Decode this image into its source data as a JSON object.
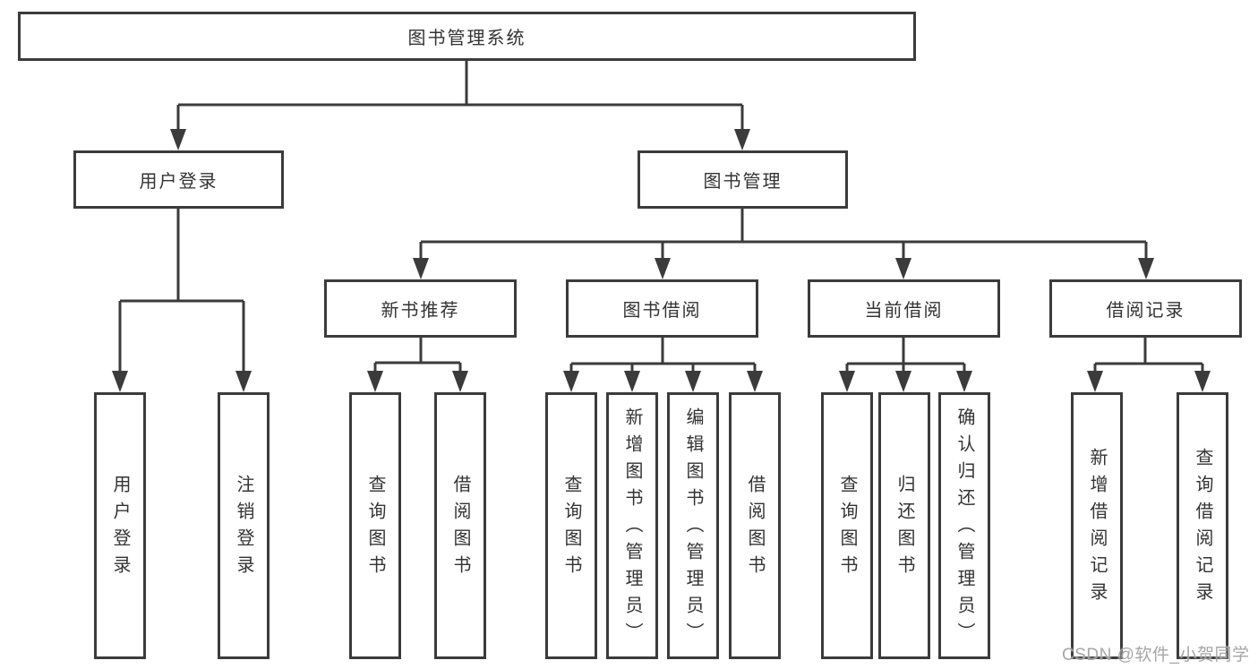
{
  "diagram": {
    "tree": {
      "root": {
        "label": "图书管理系统"
      },
      "branches": [
        {
          "label": "用户登录",
          "leaves": [
            {
              "label": "用户登录"
            },
            {
              "label": "注销登录"
            }
          ]
        },
        {
          "label": "图书管理",
          "sections": [
            {
              "label": "新书推荐",
              "leaves": [
                {
                  "label": "查询图书"
                },
                {
                  "label": "借阅图书"
                }
              ]
            },
            {
              "label": "图书借阅",
              "leaves": [
                {
                  "label": "查询图书"
                },
                {
                  "label": "新增图书（管理员）"
                },
                {
                  "label": "编辑图书（管理员）"
                },
                {
                  "label": "借阅图书"
                }
              ]
            },
            {
              "label": "当前借阅",
              "leaves": [
                {
                  "label": "查询图书"
                },
                {
                  "label": "归还图书"
                },
                {
                  "label": "确认归还（管理员）"
                }
              ]
            },
            {
              "label": "借阅记录",
              "leaves": [
                {
                  "label": "新增借阅记录"
                },
                {
                  "label": "查询借阅记录"
                }
              ]
            }
          ]
        }
      ]
    },
    "colors": {
      "line": "#3b3b3b",
      "text": "#333333",
      "background": "#ffffff",
      "watermark": "#9e9e9e"
    }
  },
  "watermark": {
    "text": "CSDN @软件_小贺同学"
  }
}
